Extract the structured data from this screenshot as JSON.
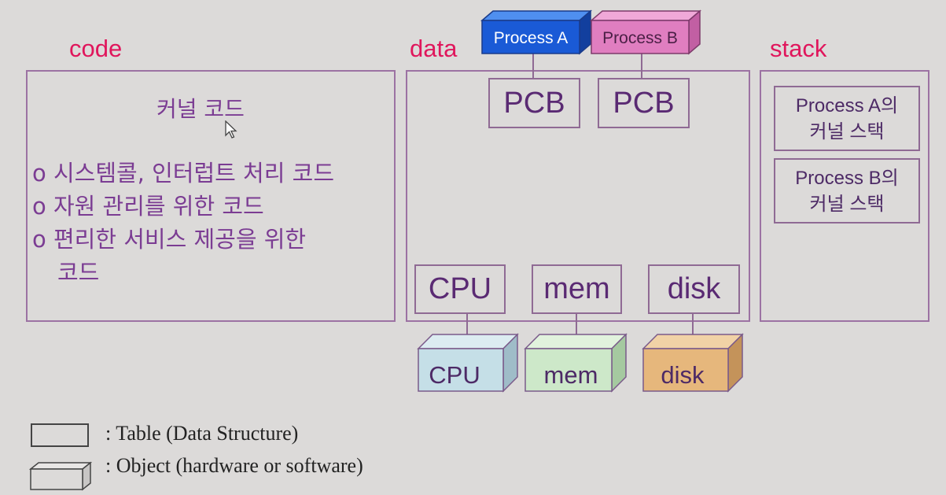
{
  "sections": {
    "code": "code",
    "data": "data",
    "stack": "stack"
  },
  "code_panel": {
    "heading": "커널 코드",
    "items": [
      "o 시스템콜, 인터럽트 처리 코드",
      "o 자원 관리를 위한 코드",
      "o 편리한 서비스 제공을 위한",
      "코드"
    ]
  },
  "data_panel": {
    "pcb_a": "PCB",
    "pcb_b": "PCB",
    "cpu": "CPU",
    "mem": "mem",
    "disk": "disk"
  },
  "objects": {
    "process_a": "Process A",
    "process_b": "Process B",
    "cpu": "CPU",
    "mem": "mem",
    "disk": "disk"
  },
  "stack_panel": {
    "a_line1": "Process A의",
    "a_line2": "커널 스택",
    "b_line1": "Process B의",
    "b_line2": "커널 스택"
  },
  "legend": {
    "table": ":  Table  (Data Structure)",
    "object": ":  Object (hardware or software)"
  },
  "colors": {
    "accent_title": "#e0165c",
    "process_a": "#1a5ad6",
    "process_b": "#e07ec0",
    "cpu_obj": "#c5dfe7",
    "mem_obj": "#cde8c9",
    "disk_obj": "#e6b77c"
  }
}
